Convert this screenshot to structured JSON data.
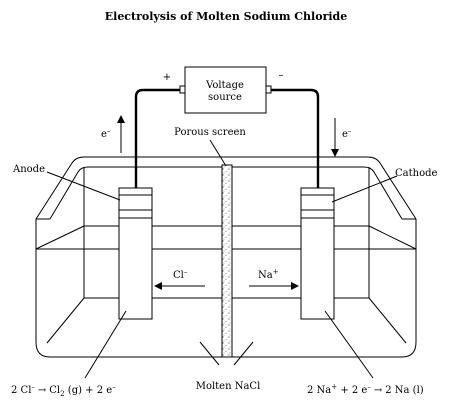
{
  "title": "Electrolysis of Molten Sodium Chloride",
  "voltage_source": {
    "line1": "Voltage",
    "line2": "source"
  },
  "terminals": {
    "positive": "+",
    "negative": "–"
  },
  "electron_left": {
    "base": "e",
    "sup": "–"
  },
  "electron_right": {
    "base": "e",
    "sup": "–"
  },
  "porous_screen": "Porous screen",
  "anode": "Anode",
  "cathode": "Cathode",
  "ion_left": {
    "base": "Cl",
    "sup": "–"
  },
  "ion_right": {
    "base": "Na",
    "sup": "+"
  },
  "molten_label": "Molten NaCl",
  "equation_anode": {
    "lhs": "2 Cl",
    "lhs_sup": "–",
    "arrow": "→",
    "cl": "Cl",
    "cl_sub": "2",
    "state": " (g)  +  2 e",
    "e_sup": "–"
  },
  "equation_cathode": {
    "lhs": "2 Na",
    "lhs_sup": "+",
    "mid": "  +  2 e",
    "e_sup": "–",
    "arrow": "→",
    "rhs": "2 Na (l)"
  }
}
